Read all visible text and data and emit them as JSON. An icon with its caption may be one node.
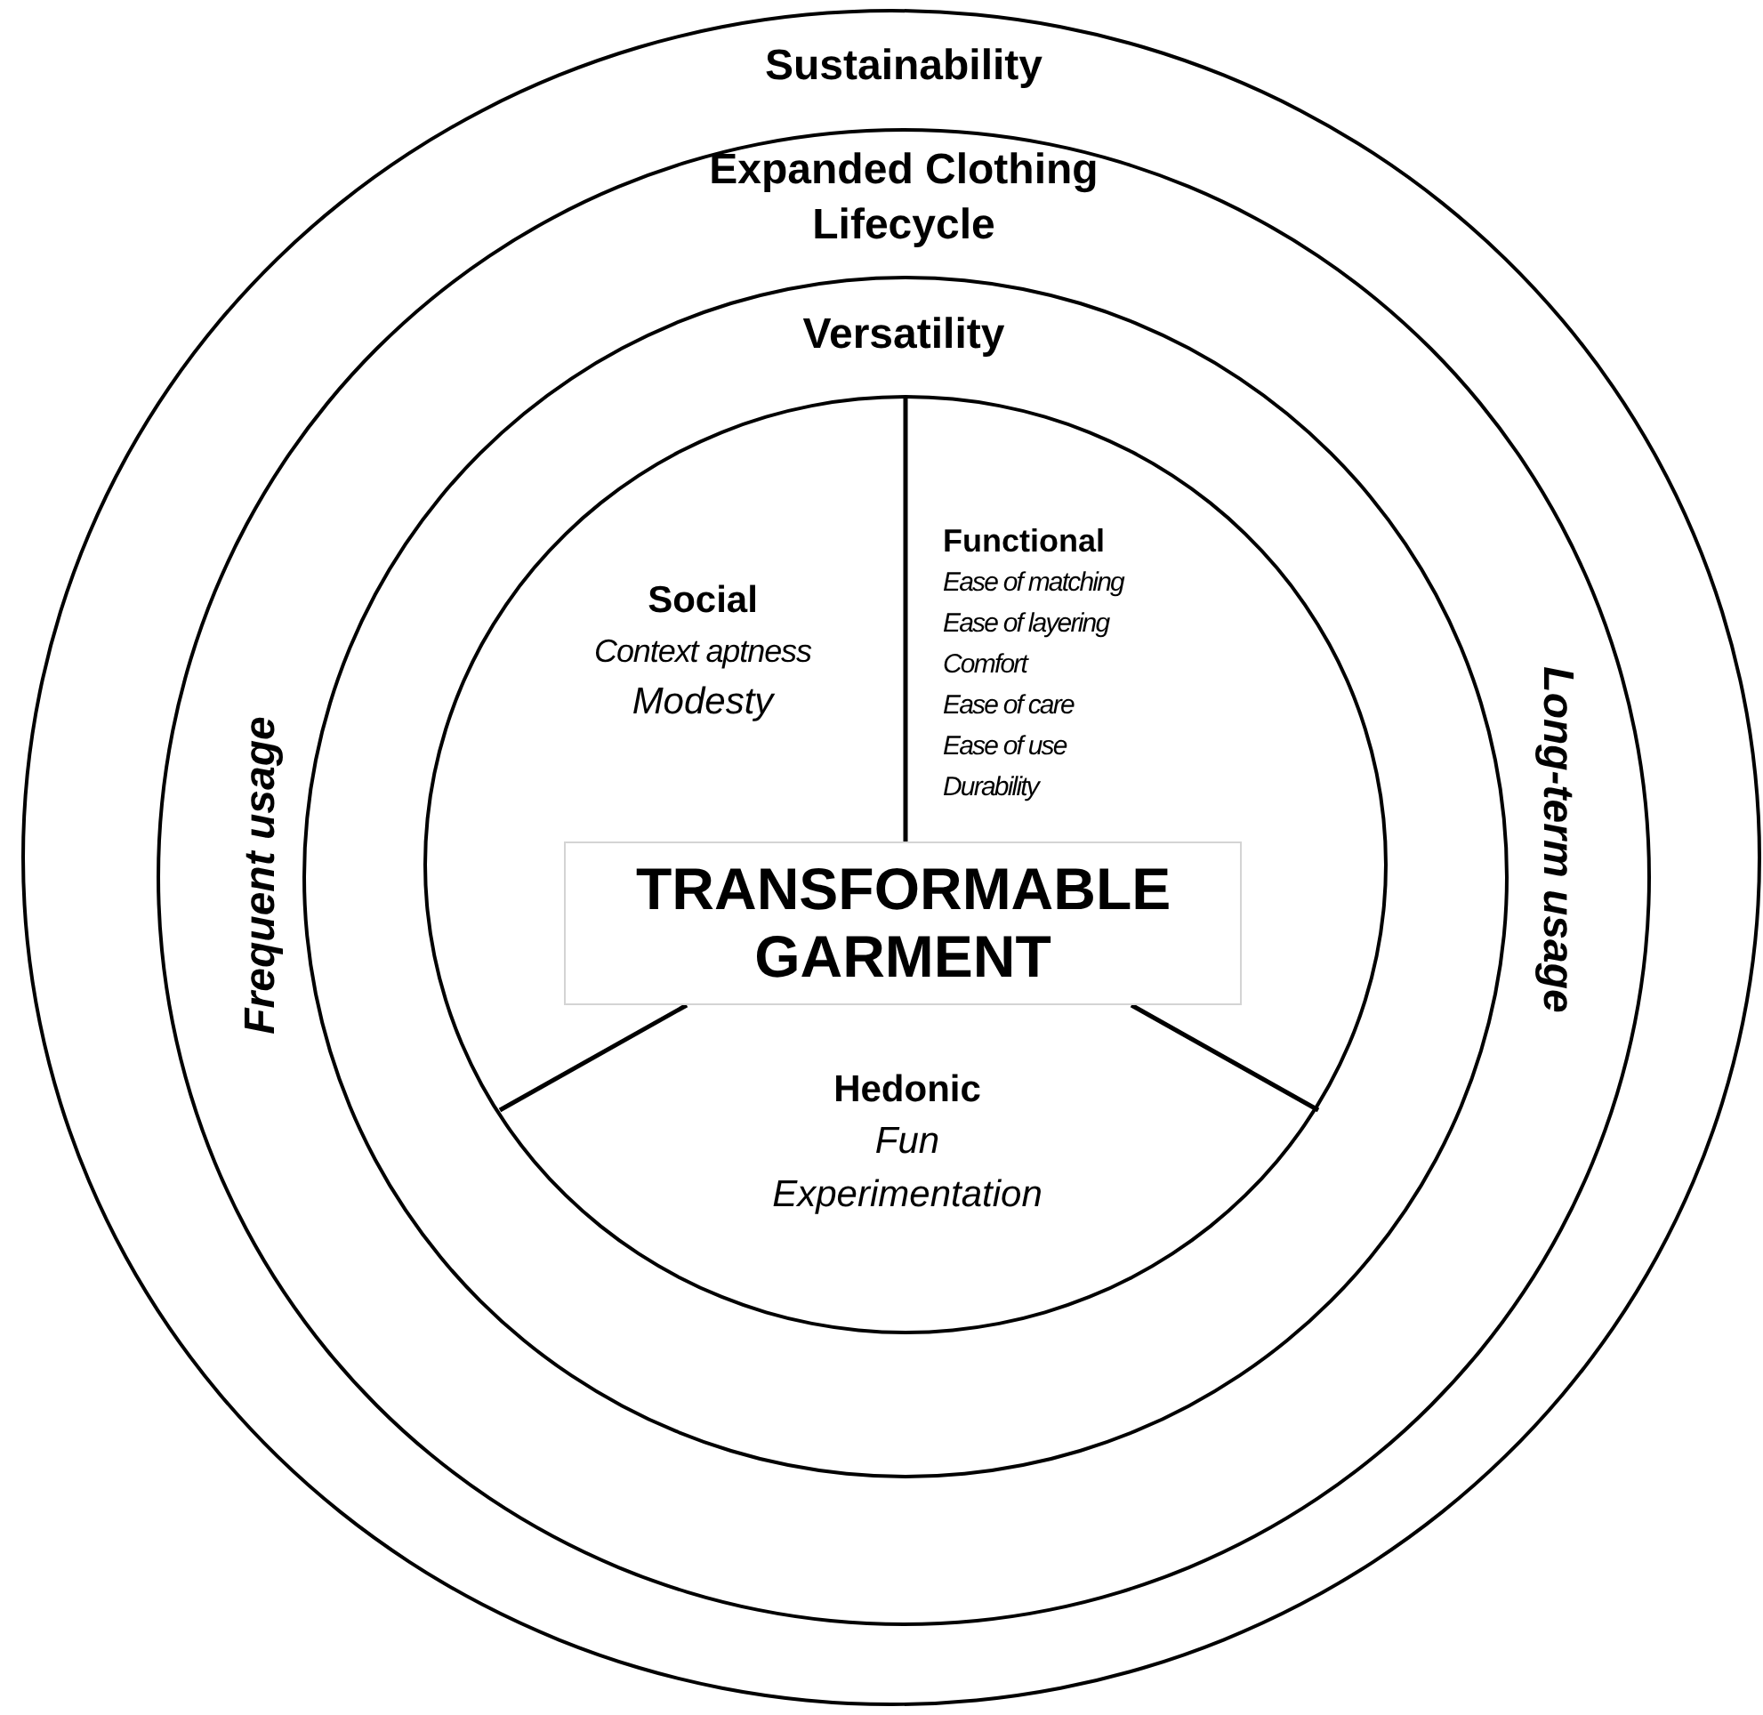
{
  "diagram": {
    "nodes": [
      {
        "text": [
          "Sustainability"
        ]
      },
      {
        "text": [
          "Expanded Clothing Lifecycle",
          "Frequent usage",
          "Long-term usage"
        ],
        "in": 0
      },
      {
        "text": [
          "Versatility"
        ],
        "in": 1
      },
      {
        "text": [],
        "shape": "circle",
        "in": 2
      },
      {
        "text": [
          "Social",
          "Context aptness",
          "Modesty"
        ],
        "in": 3
      },
      {
        "text": [
          "Functional",
          "Ease of matching",
          "Ease of layering",
          "Comfort",
          "Ease of care",
          "Ease of use",
          "Durability"
        ],
        "in": 3
      },
      {
        "text": [
          "TRANSFORMABLE GARMENT"
        ],
        "in": 3
      },
      {
        "text": [
          "Hedonic",
          "Fun",
          "Experimentation"
        ],
        "in": 3
      }
    ]
  }
}
